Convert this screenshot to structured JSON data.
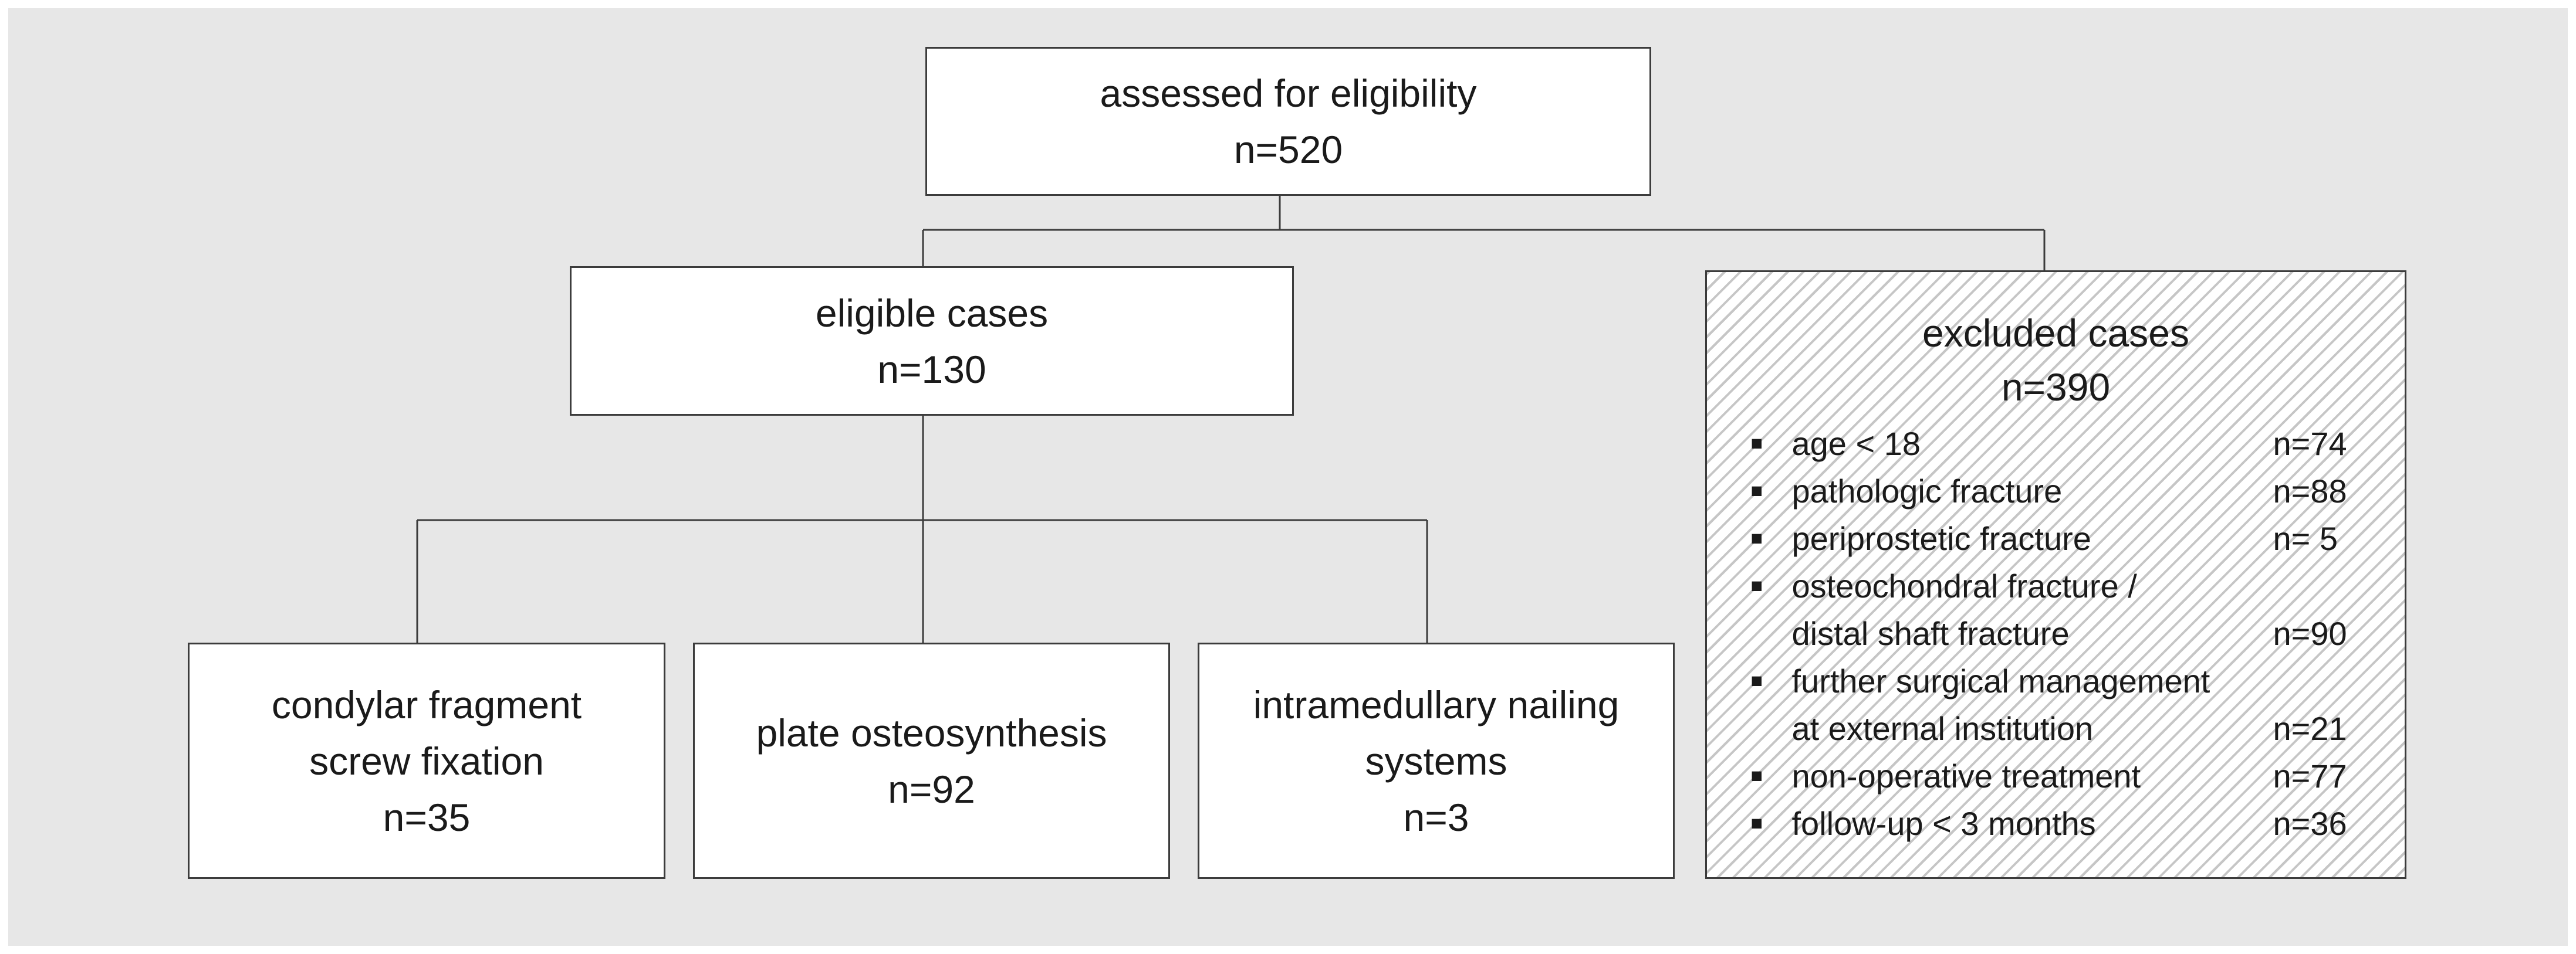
{
  "diagram": {
    "assessed": {
      "label": "assessed for eligibility",
      "count": "n=520"
    },
    "eligible": {
      "label": "eligible cases",
      "count": "n=130"
    },
    "treatments": [
      {
        "line1": "condylar fragment",
        "line2": "screw fixation",
        "count": "n=35"
      },
      {
        "line1": "plate osteosynthesis",
        "line2": "",
        "count": "n=92"
      },
      {
        "line1": "intramedullary nailing",
        "line2": "systems",
        "count": "n=3"
      }
    ],
    "excluded": {
      "label": "excluded cases",
      "count": "n=390",
      "bullet_symbol": "■",
      "reasons": [
        {
          "line1": "age < 18",
          "line2": "",
          "count": "n=74"
        },
        {
          "line1": "pathologic fracture",
          "line2": "",
          "count": "n=88"
        },
        {
          "line1": "periprostetic fracture",
          "line2": "",
          "count": "n= 5"
        },
        {
          "line1": "osteochondral fracture /",
          "line2": "distal shaft fracture",
          "count": "n=90"
        },
        {
          "line1": "further surgical management",
          "line2": "at external institution",
          "count": "n=21"
        },
        {
          "line1": "non-operative treatment",
          "line2": "",
          "count": "n=77"
        },
        {
          "line1": "follow-up < 3 months",
          "line2": "",
          "count": "n=36"
        }
      ]
    }
  }
}
